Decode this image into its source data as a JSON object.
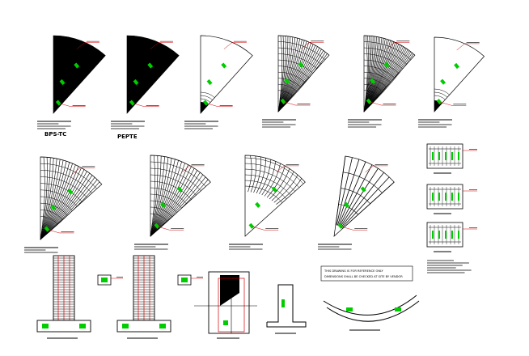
{
  "drawing": {
    "background": "#ffffff",
    "line_color": "#000000",
    "highlight_color": "#00cc00",
    "annotation_color": "#d40000",
    "large_labels": [
      "BPS-TC",
      "PEPTE"
    ],
    "note_lines": [
      "THIS DRAWING IS FOR REFERENCE ONLY",
      "DIMENSIONS SHALL BE CHECKED AT SITE BY VENDOR"
    ]
  }
}
